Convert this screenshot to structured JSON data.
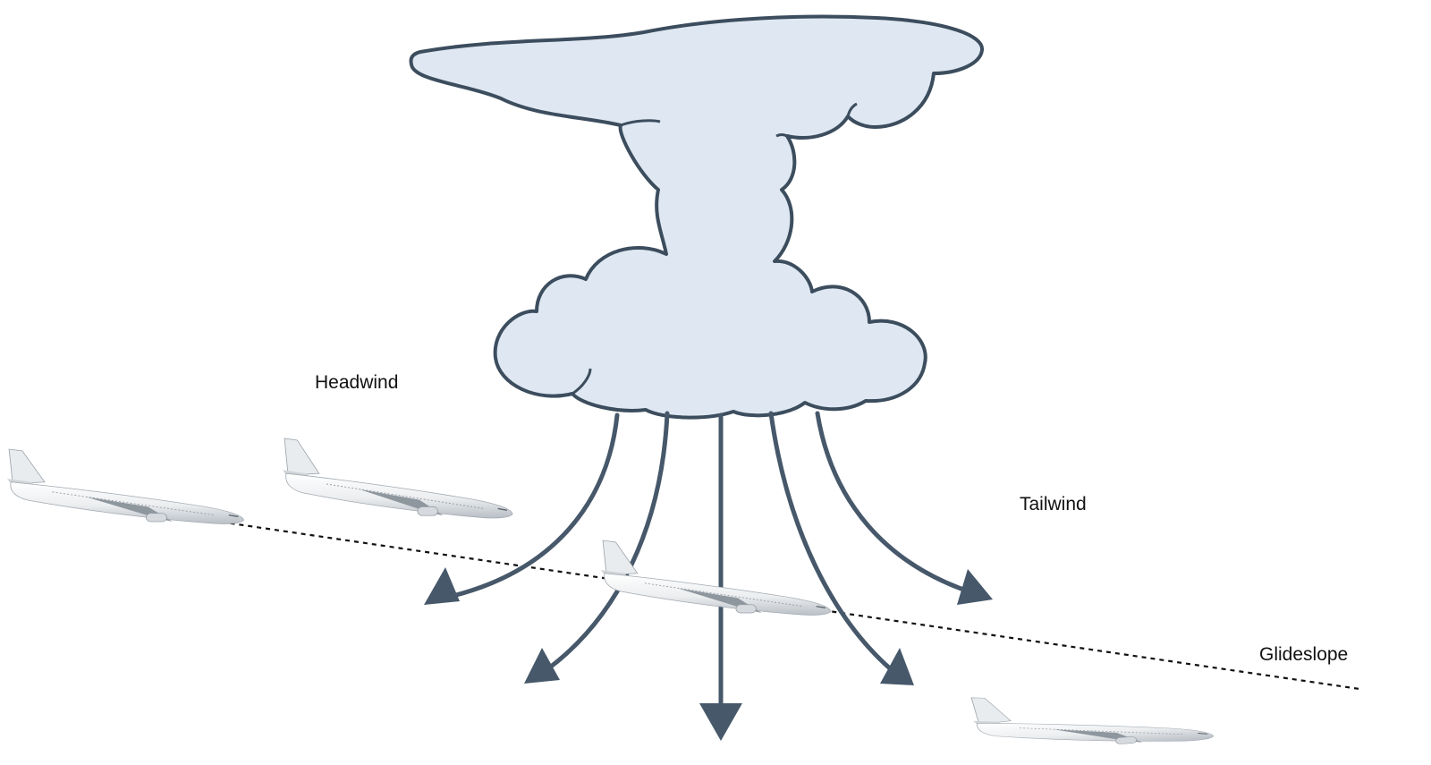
{
  "labels": {
    "headwind": "Headwind",
    "tailwind": "Tailwind",
    "glideslope": "Glideslope"
  },
  "colors": {
    "cloud_fill": "#dfe8f2",
    "cloud_stroke": "#3c4d5e",
    "arrow": "#46586a",
    "glideslope_line": "#111111",
    "aircraft_body": "#f4f5f6",
    "aircraft_shade": "#c9ced3"
  },
  "icons": {
    "cloud": "cumulonimbus-cloud-icon",
    "aircraft": "airliner-icon"
  }
}
